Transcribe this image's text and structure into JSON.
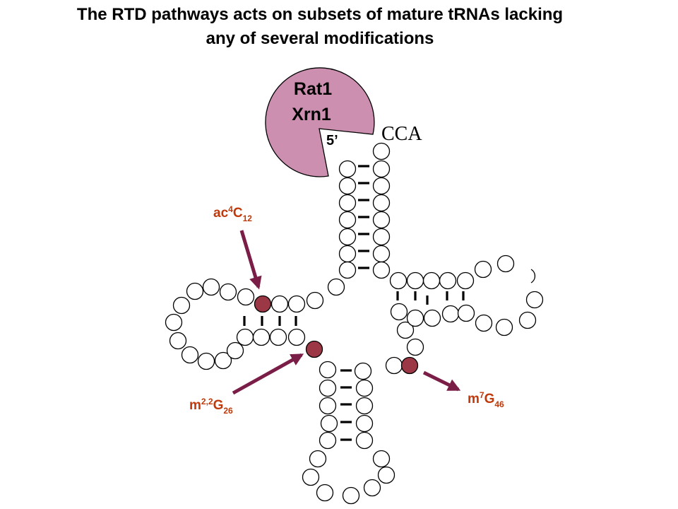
{
  "slide": {
    "title_line1": "The RTD pathways acts on subsets of mature tRNAs lacking",
    "title_line2": "any of several modifications"
  },
  "enzyme": {
    "line1": "Rat1",
    "line2": "Xrn1",
    "end_label": "5’",
    "fill": "#cc8fb0"
  },
  "trna": {
    "three_prime_label": "CCA"
  },
  "modifications": [
    {
      "base": "ac",
      "sup": "4",
      "nuc": "C",
      "sub": "12"
    },
    {
      "base": "m",
      "sup": "2,2",
      "nuc": "G",
      "sub": "26"
    },
    {
      "base": "m",
      "sup": "7",
      "nuc": "G",
      "sub": "46"
    }
  ],
  "colors": {
    "modified_nucleotide": "#9c3846",
    "arrow": "#7a1e48",
    "label": "#c0390b"
  }
}
